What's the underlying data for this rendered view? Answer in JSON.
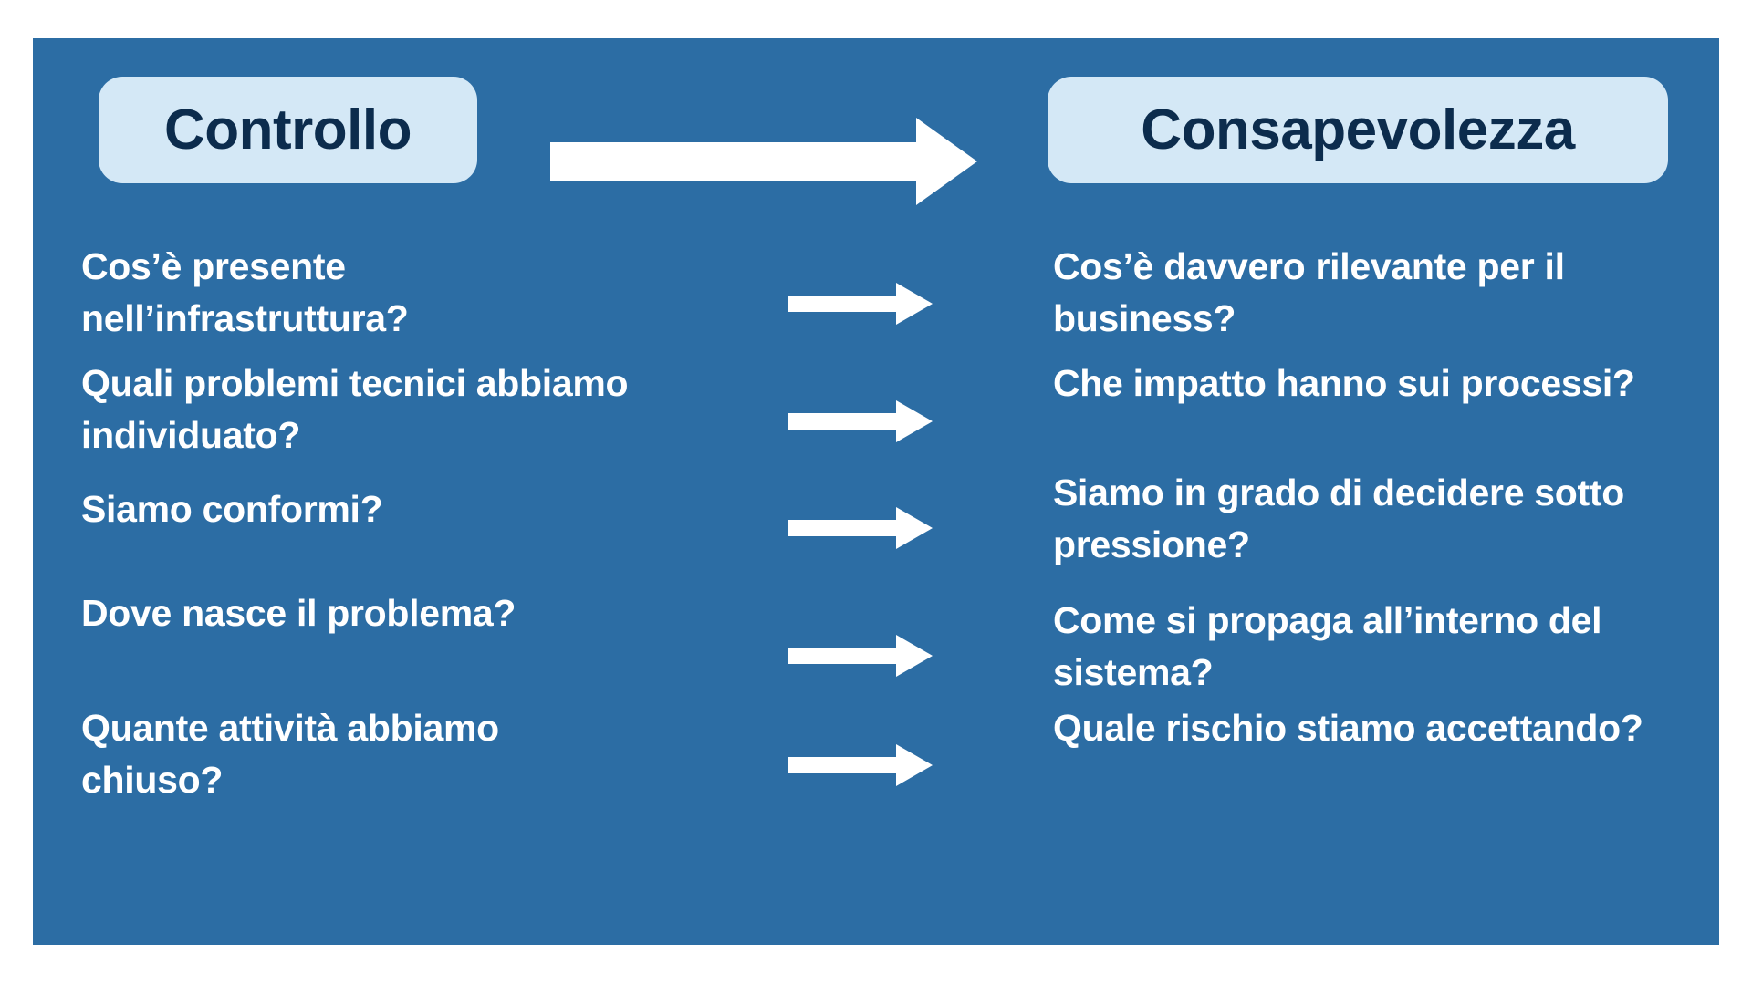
{
  "colors": {
    "page_background": "#ffffff",
    "panel_background": "#2c6da4",
    "badge_background": "#d4e8f6",
    "badge_text": "#0c2c4d",
    "body_text": "#ffffff",
    "arrow": "#ffffff"
  },
  "header": {
    "left_badge_label": "Controllo",
    "right_badge_label": "Consapevolezza",
    "transition_arrow_icon": "arrow-right-icon"
  },
  "rows": [
    {
      "left": "Cos’è presente nell’infrastruttura?",
      "arrow_icon": "arrow-right-icon",
      "right": "Cos’è davvero rilevante per il business?"
    },
    {
      "left": "Quali problemi tecnici abbiamo individuato?",
      "arrow_icon": "arrow-right-icon",
      "right": "Che impatto hanno sui processi?"
    },
    {
      "left": "Siamo conformi?",
      "arrow_icon": "arrow-right-icon",
      "right": "Siamo in grado di decidere sotto pressione?"
    },
    {
      "left": "Dove nasce il problema?",
      "arrow_icon": "arrow-right-icon",
      "right": "Come si propaga all’interno del sistema?"
    },
    {
      "left": "Quante attività abbiamo chiuso?",
      "arrow_icon": "arrow-right-icon",
      "right": "Quale rischio stiamo accettando?"
    }
  ]
}
